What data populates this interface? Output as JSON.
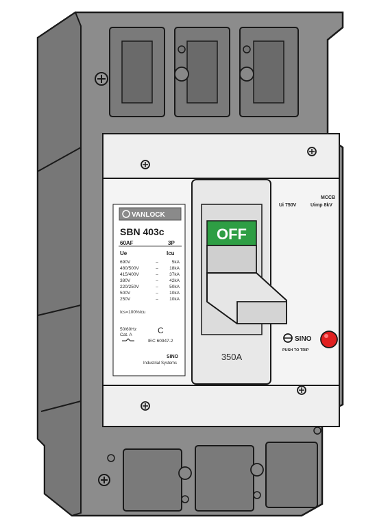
{
  "brand": {
    "logo_text": "VANLOCK"
  },
  "model": "SBN 403c",
  "frame_rating": "60AF",
  "poles": "3P",
  "table": {
    "col_ue": "Ue",
    "col_icu": "Icu",
    "rows": [
      {
        "v": "690V",
        "dash": "–",
        "a": "5kA"
      },
      {
        "v": "480/500V",
        "dash": "–",
        "a": "18kA"
      },
      {
        "v": "415/400V",
        "dash": "–",
        "a": "37kA"
      },
      {
        "v": "380V",
        "dash": "–",
        "a": "42kA"
      },
      {
        "v": "220/250V",
        "dash": "–",
        "a": "50kA"
      },
      {
        "v": "500V",
        "dash": "–",
        "a": "10kA"
      },
      {
        "v": "250V",
        "dash": "–",
        "a": "10kA"
      }
    ],
    "ics": "Ics=100%Icu"
  },
  "freq": "50/60Hz",
  "category": "Cat. A",
  "ce_mark": "C",
  "standard": "IEC 60947-2",
  "maker_short": "SINO",
  "maker_full": "Industrial Systems",
  "type_label": "MCCB",
  "ui_rating": "Ui 750V",
  "uimp_rating": "Uimp 8kV",
  "state_label": "OFF",
  "current_rating": "350A",
  "sino_logo": "SINO",
  "push_to_trip": "PUSH TO TRIP",
  "colors": {
    "body": "#8c8c8c",
    "body_dark": "#6f6f6f",
    "cover": "#efefef",
    "off_badge": "#2e9e44",
    "trip_button": "#e02020",
    "outline": "#1a1a1a"
  }
}
